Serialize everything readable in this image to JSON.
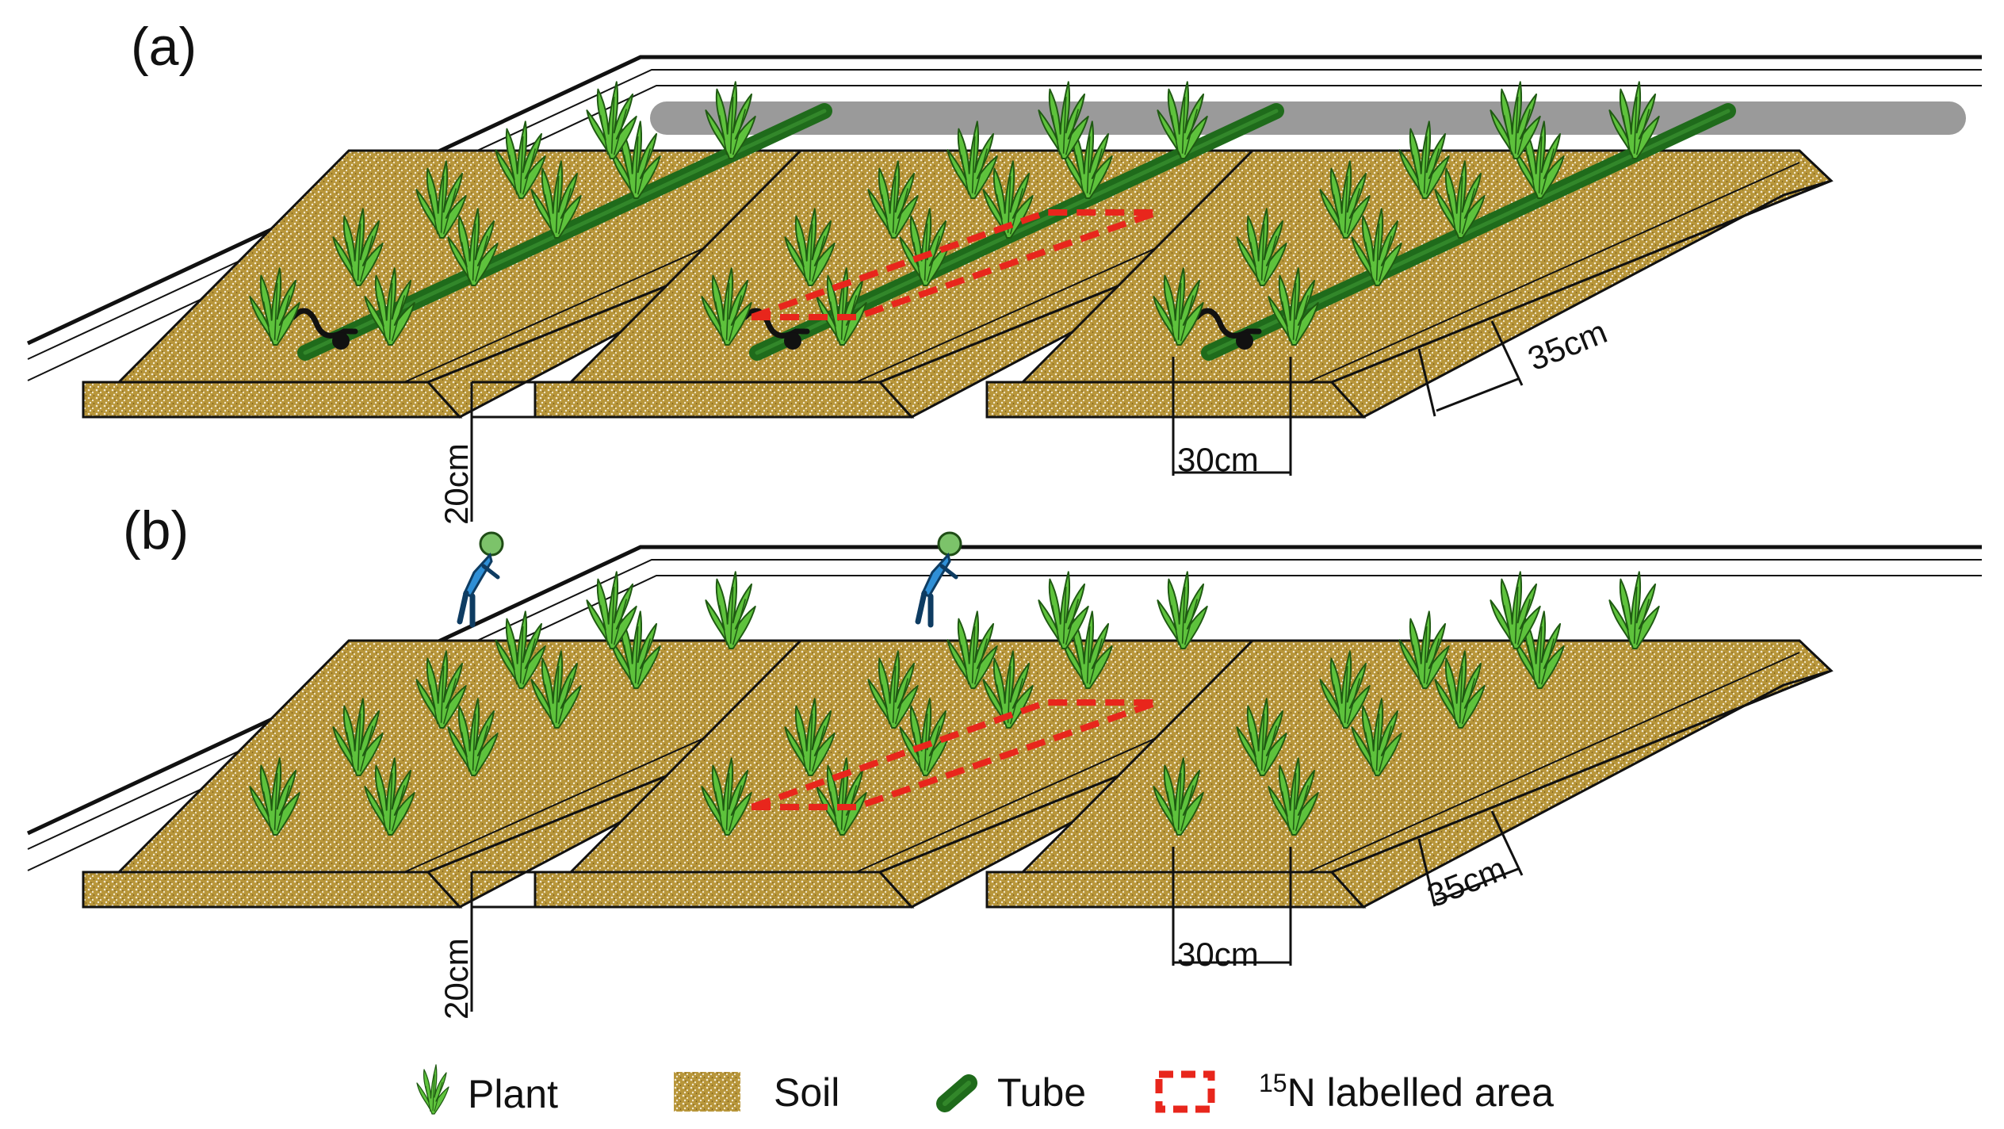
{
  "panels": [
    {
      "label": "(a)",
      "tube": true,
      "person": false
    },
    {
      "label": "(b)",
      "tube": false,
      "person": true
    }
  ],
  "dimensions": {
    "furrow_depth": "20cm",
    "row_spacing": "30cm",
    "plant_spacing": "35cm"
  },
  "legend": {
    "plant": "Plant",
    "soil": "Soil",
    "tube": "Tube",
    "labelled_sup": "15",
    "labelled_rest": "N labelled area"
  },
  "colors": {
    "soil": "#b8963a",
    "soil_speck": "#f3ead2",
    "plant": "#5ec23c",
    "plant_dark": "#1f5a12",
    "tube": "#1f6b1b",
    "labelled": "#e8261c",
    "person": "#2f8fd6",
    "wall_top": "#9a9a9a"
  }
}
